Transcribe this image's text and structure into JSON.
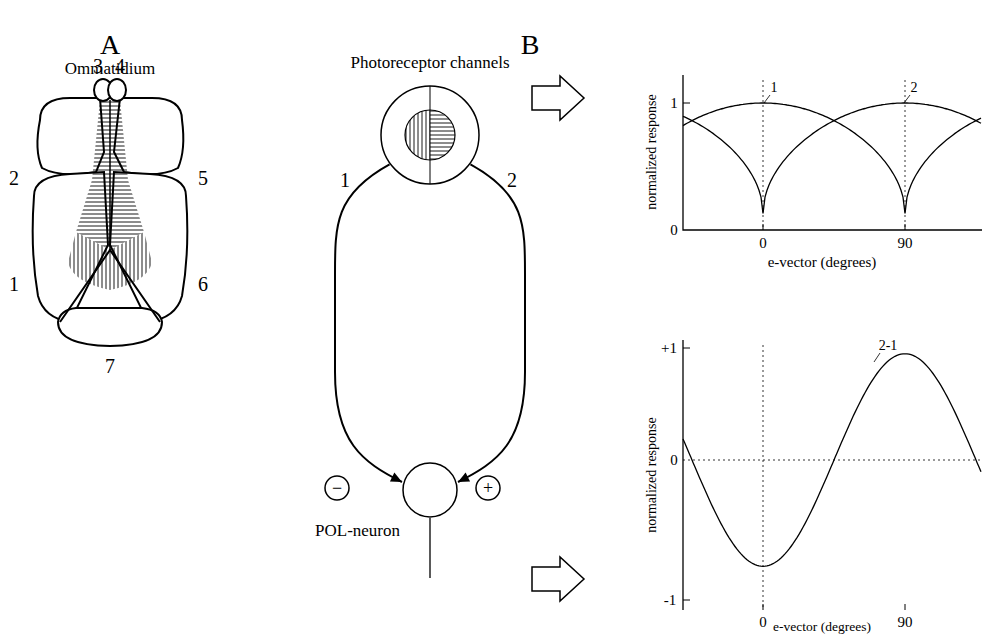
{
  "diagram": {
    "nodes": [
      {
        "text": [
          "Ommatidium"
        ]
      },
      {
        "text": [
          "Photoreceptor channels"
        ]
      },
      {
        "text": [
          "POL-neuron"
        ]
      }
    ],
    "edges": [
      {
        "from": 1,
        "to": 2,
        "arrow": "to"
      },
      {
        "from": 1,
        "to": 2,
        "arrow": "to"
      }
    ],
    "labels": [
      "A",
      "B",
      "2",
      "3",
      "4",
      "5",
      "1",
      "6",
      "7",
      "1",
      "2",
      "−",
      "+",
      "normalized response",
      "1",
      "0",
      "0",
      "90",
      "e-vector (degrees)",
      "1",
      "2",
      "normalized response",
      "+1",
      "0",
      "-1",
      "0",
      "90",
      "e-vector (degrees)",
      "2-1"
    ]
  }
}
